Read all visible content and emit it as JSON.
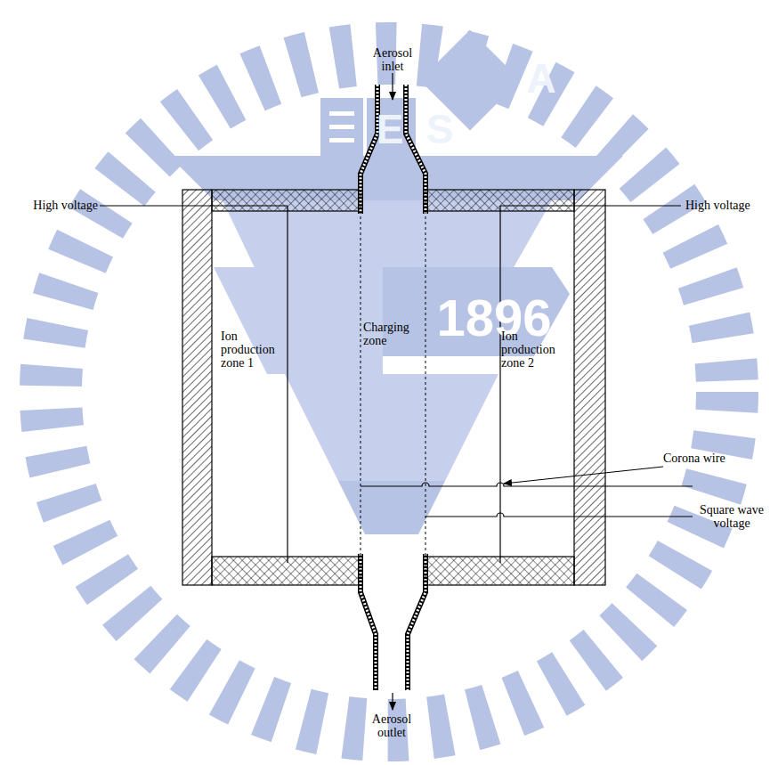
{
  "diagram": {
    "labels": [
      "E",
      "S",
      "A",
      "1896",
      "Aerosol inlet",
      "High voltage",
      "High voltage",
      "Ion production zone 1",
      "Charging zone",
      "Ion production zone 2",
      "Corona wire",
      "Square wave voltage",
      "Aerosol outlet"
    ]
  }
}
